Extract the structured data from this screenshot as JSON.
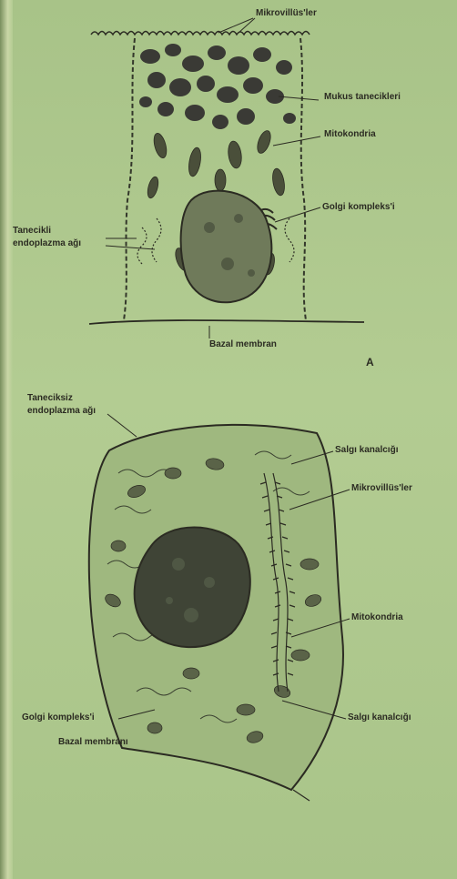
{
  "diagram_a": {
    "letter": "A",
    "labels": {
      "microvilli": "Mikrovillüs'ler",
      "mucus": "Mukus tanecikleri",
      "mitochondria": "Mitokondria",
      "golgi": "Golgi kompleks'i",
      "rough_er_line1": "Tanecikli",
      "rough_er_line2": "endoplazma ağı",
      "basal": "Bazal membran"
    }
  },
  "diagram_b": {
    "labels": {
      "smooth_er_line1": "Taneciksiz",
      "smooth_er_line2": "endoplazma ağı",
      "canaliculus_top": "Salgı kanalcığı",
      "microvilli": "Mikrovillüs'ler",
      "mitochondria": "Mitokondria",
      "golgi": "Golgi kompleks'i",
      "canaliculus_bottom": "Salgı kanalcığı",
      "basal": "Bazal membranı"
    }
  },
  "colors": {
    "background": "#a9c48a",
    "ink": "#2b2b22"
  }
}
